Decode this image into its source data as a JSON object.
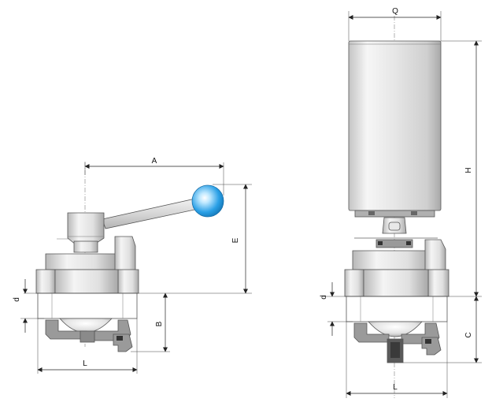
{
  "left_view": {
    "dimensions": {
      "a": "A",
      "e": "E",
      "b": "B",
      "d": "d",
      "l": "L"
    }
  },
  "right_view": {
    "dimensions": {
      "q": "Q",
      "h": "H",
      "c": "C",
      "d": "d",
      "l": "L"
    }
  },
  "colors": {
    "steel_light": "#e4e4e4",
    "steel_mid": "#c8c8c8",
    "steel_dark": "#8a8a8a",
    "knob_blue": "#2aa0e6",
    "knob_highlight": "#bfe8ff",
    "dim_line": "#222222"
  }
}
